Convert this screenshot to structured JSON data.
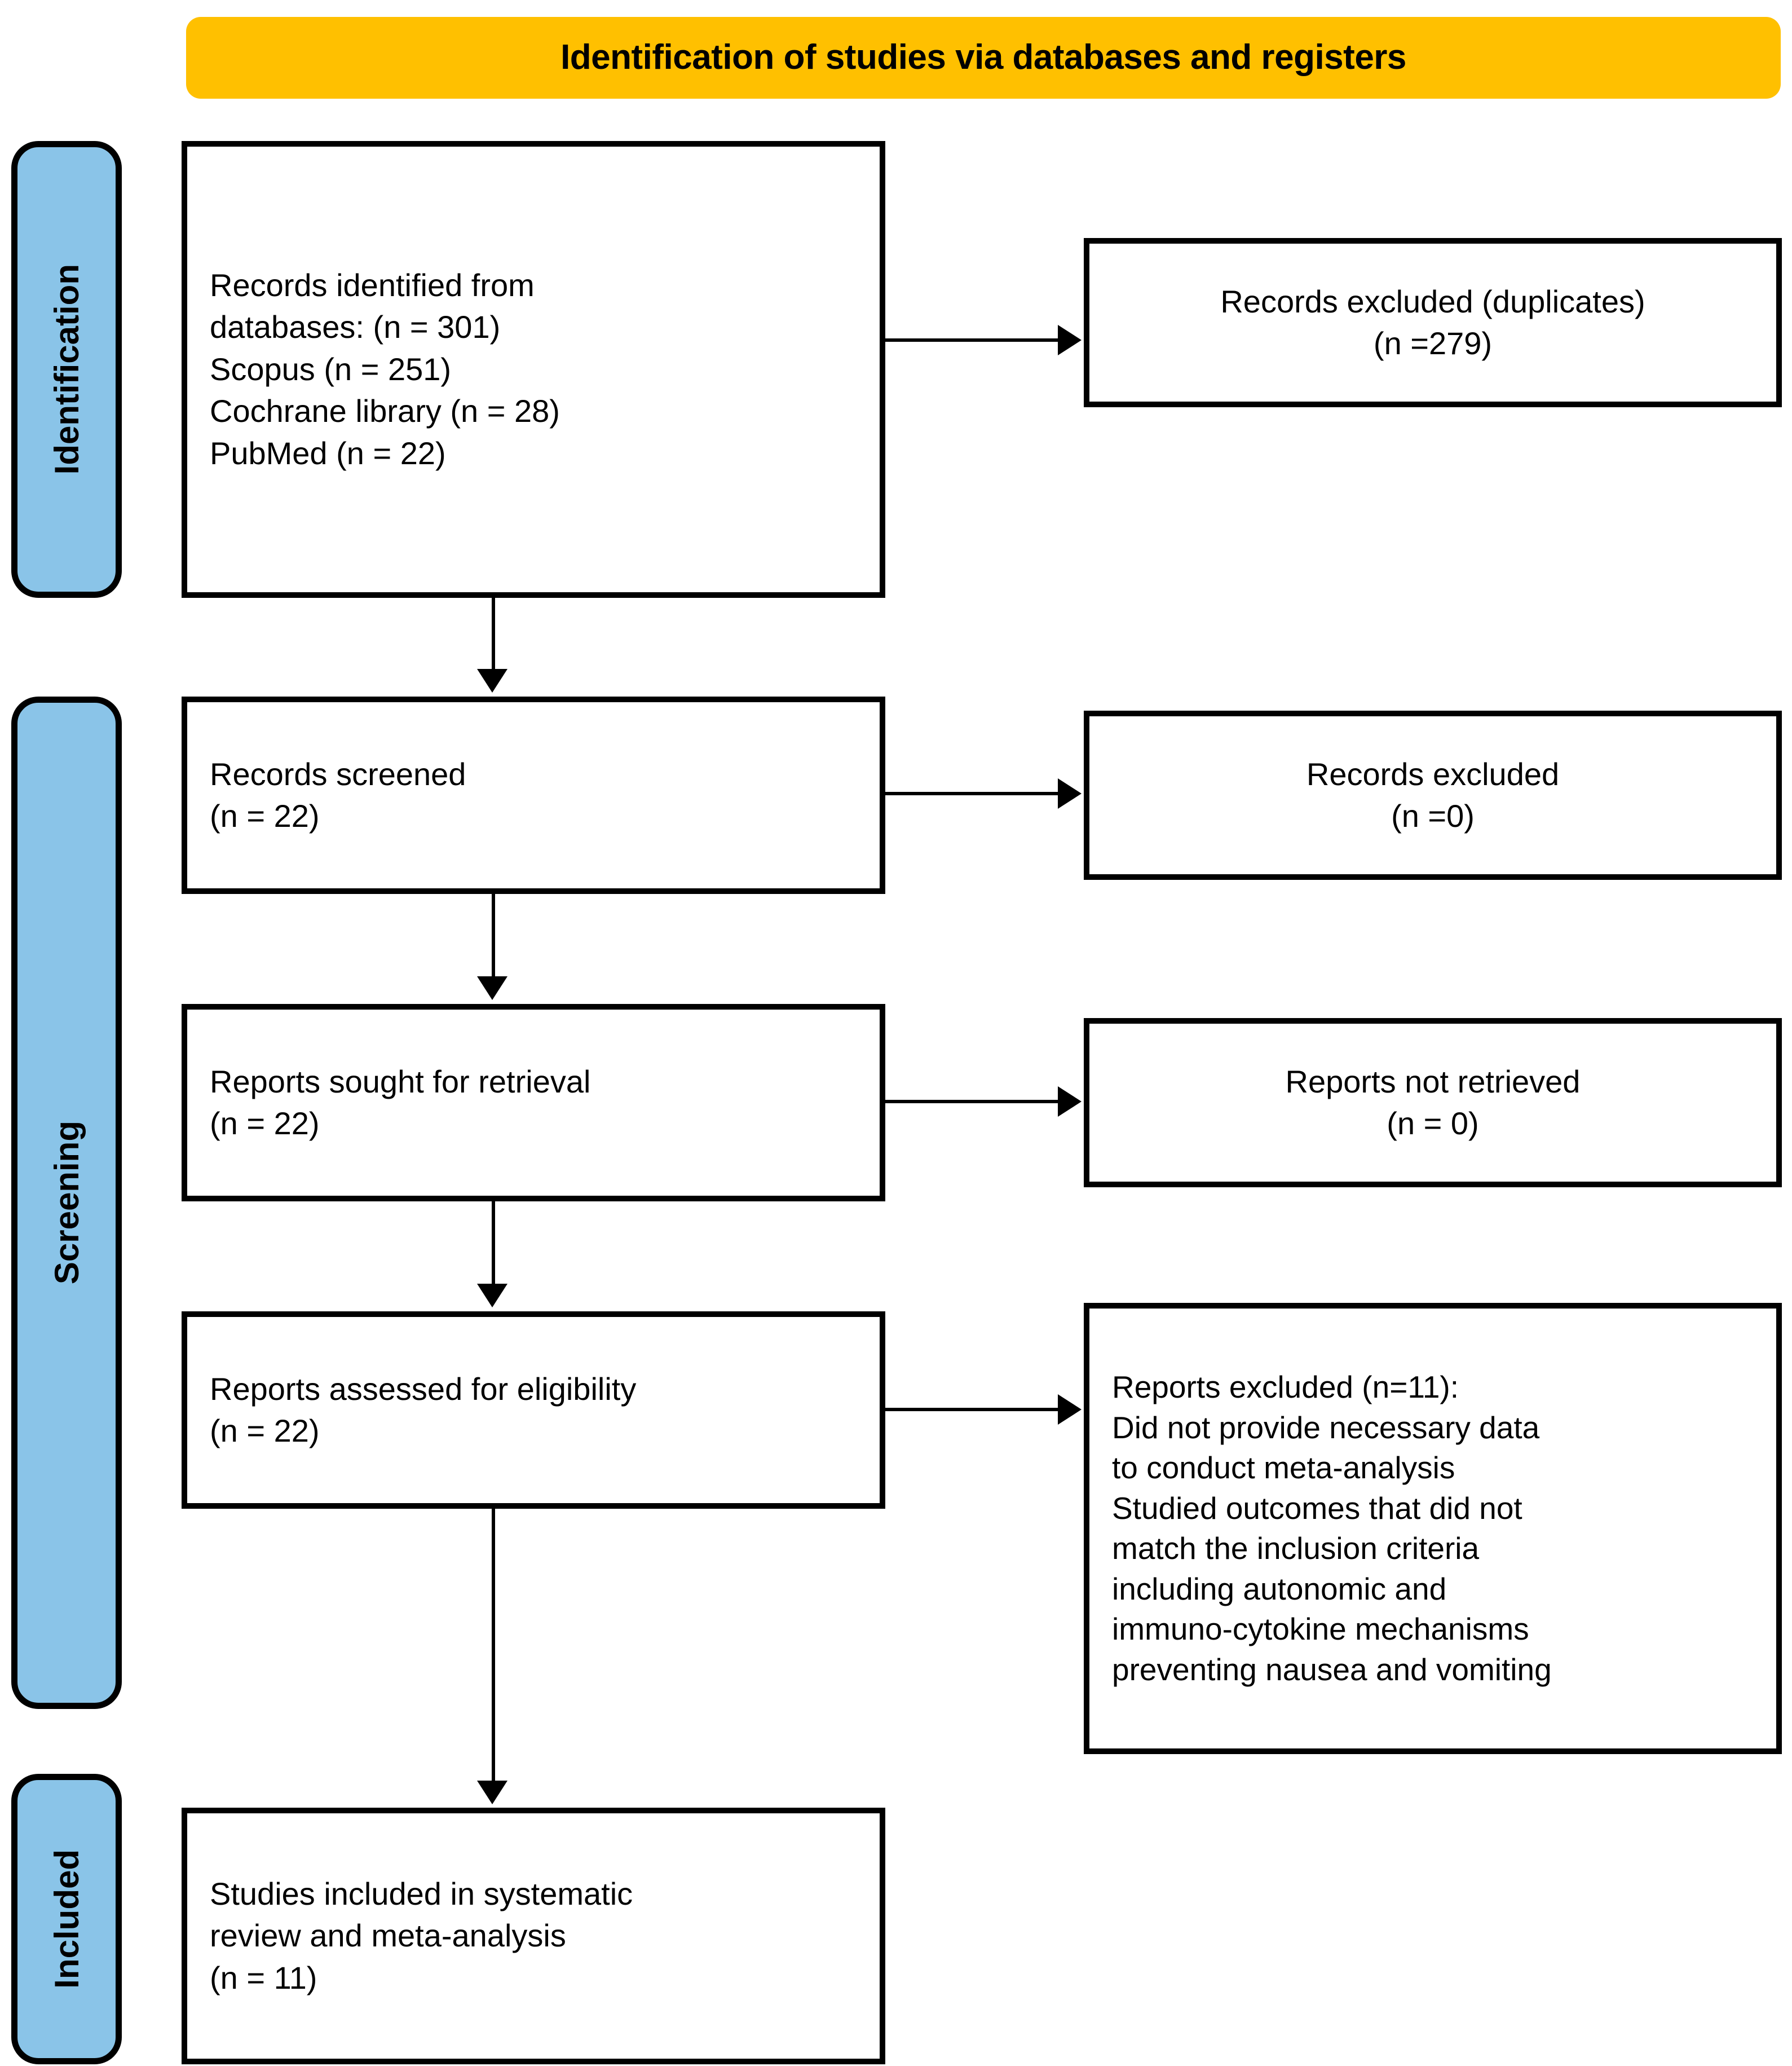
{
  "header": {
    "title": "Identification of studies via databases and registers",
    "bg_color": "#ffc000"
  },
  "colors": {
    "stage_bg": "#8ac4e8",
    "header_bg": "#ffc000",
    "border": "#000000",
    "box_bg": "#ffffff"
  },
  "stages": [
    {
      "id": "identification",
      "label": "Identification"
    },
    {
      "id": "screening",
      "label": "Screening"
    },
    {
      "id": "included",
      "label": "Included"
    }
  ],
  "boxes": {
    "identified": {
      "text": "Records identified from\ndatabases: (n = 301)\nScopus (n = 251)\nCochrane library (n = 28)\nPubMed (n = 22)",
      "align": "left"
    },
    "duplicates_excluded": {
      "text": "Records excluded (duplicates)\n(n =279)",
      "align": "center"
    },
    "screened": {
      "text": "Records screened\n(n = 22)",
      "align": "left"
    },
    "records_excluded": {
      "text": "Records excluded\n(n =0)",
      "align": "center"
    },
    "sought_for_retrieval": {
      "text": "Reports sought for retrieval\n(n = 22)",
      "align": "left"
    },
    "not_retrieved": {
      "text": "Reports not retrieved\n(n = 0)",
      "align": "center"
    },
    "assessed_eligibility": {
      "text": "Reports assessed for eligibility\n(n = 22)",
      "align": "left"
    },
    "reports_excluded": {
      "text": "Reports excluded (n=11):\nDid not provide necessary data\nto conduct meta-analysis\nStudied outcomes that did not\nmatch the inclusion criteria\nincluding autonomic and\nimmuno-cytokine mechanisms\npreventing nausea and vomiting",
      "align": "left"
    },
    "studies_included": {
      "text": "Studies included in systematic\nreview and meta-analysis\n(n = 11)",
      "align": "left"
    }
  },
  "counts": {
    "records_identified_total": 301,
    "scopus": 251,
    "cochrane_library": 28,
    "pubmed": 22,
    "duplicates_excluded": 279,
    "records_screened": 22,
    "records_excluded": 0,
    "reports_sought": 22,
    "reports_not_retrieved": 0,
    "reports_assessed": 22,
    "reports_excluded": 11,
    "studies_included": 11
  }
}
